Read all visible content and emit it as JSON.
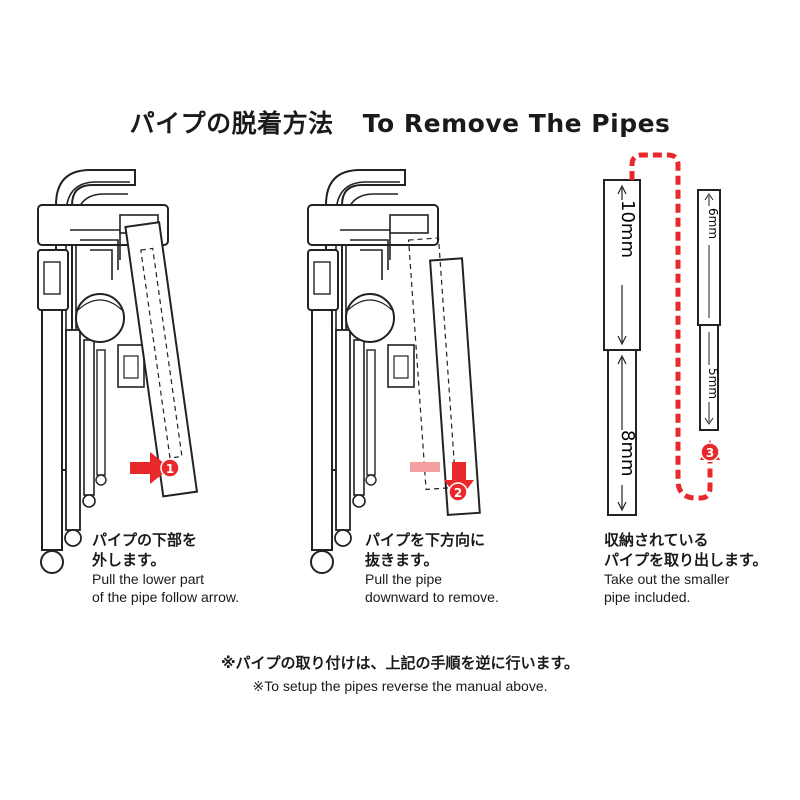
{
  "title": {
    "jp": "パイプの脱着方法",
    "en": "To Remove The Pipes"
  },
  "steps": [
    {
      "num": "1",
      "jp": [
        "パイプの下部を",
        "外します。"
      ],
      "en": [
        "Pull the lower part",
        "of the pipe follow arrow."
      ]
    },
    {
      "num": "2",
      "jp": [
        "パイプを下方向に",
        "抜きます。"
      ],
      "en": [
        "Pull the pipe",
        "downward to remove."
      ]
    },
    {
      "num": "3",
      "jp": [
        "収納されている",
        "パイプを取り出します。"
      ],
      "en": [
        "Take out the smaller",
        "pipe included."
      ]
    }
  ],
  "pipes": {
    "p10": "10mm",
    "p8": "8mm",
    "p6": "6mm",
    "p5": "5mm"
  },
  "note": {
    "jp": "※パイプの取り付けは、上記の手順を逆に行います。",
    "en": "※To setup the pipes reverse the manual above."
  },
  "colors": {
    "arrow": "#e8282a",
    "arrow_light": "#f4a0a0",
    "line": "#222222"
  }
}
